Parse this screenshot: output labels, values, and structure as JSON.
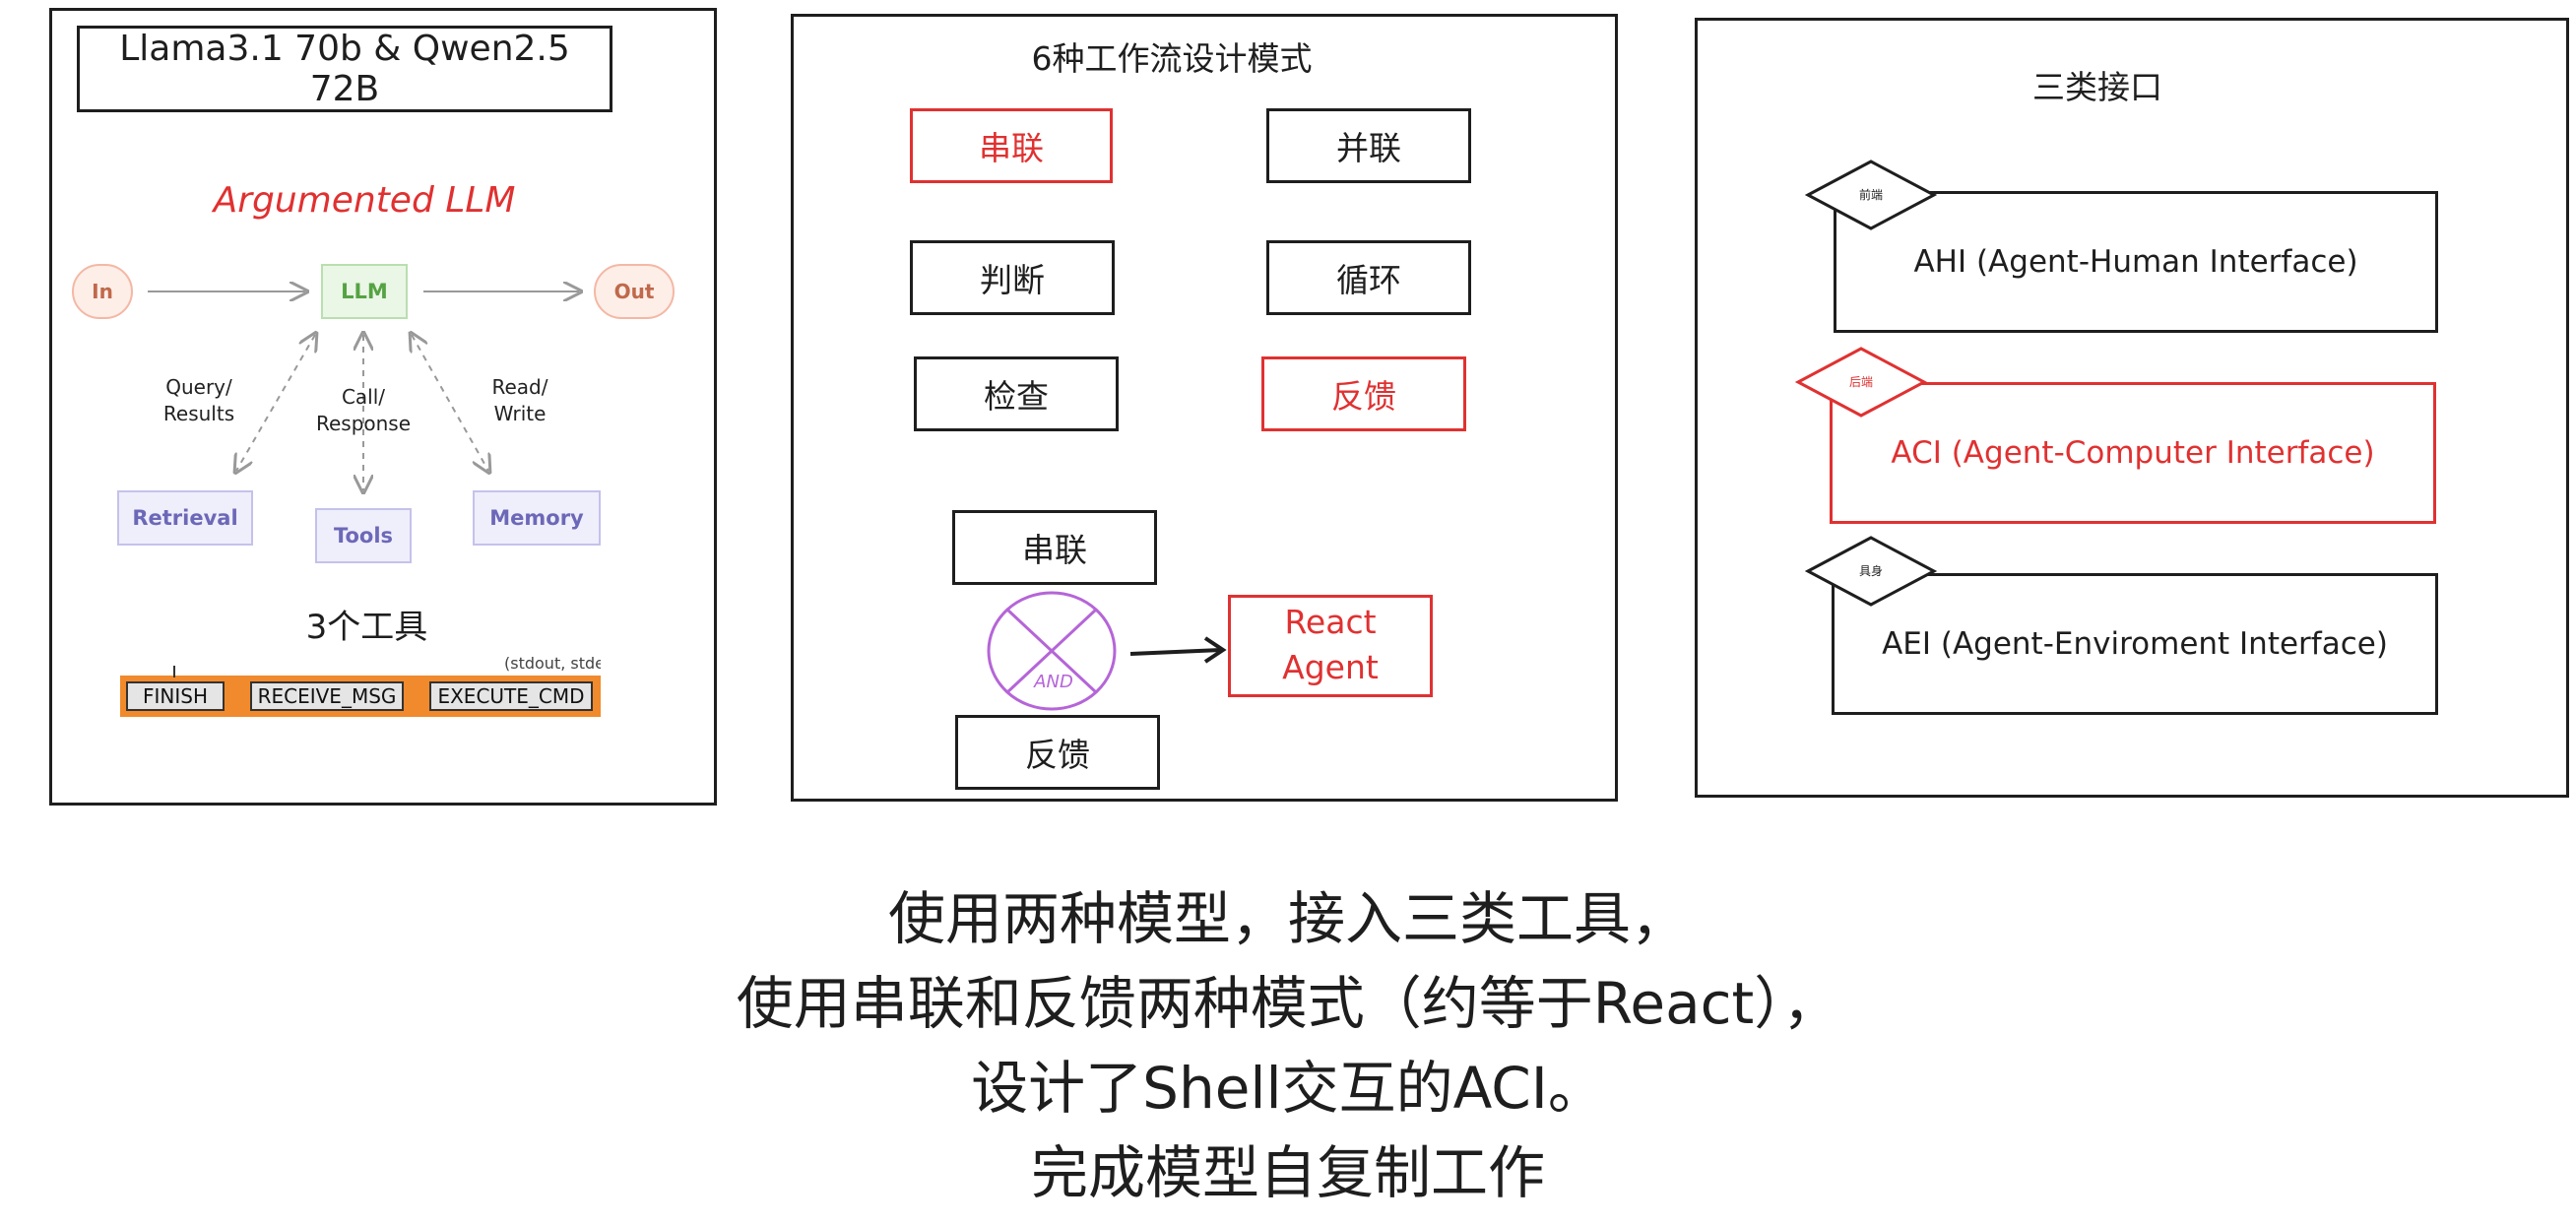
{
  "panel1": {
    "title": "Llama3.1 70b & Qwen2.5 72B",
    "heading": "Argumented LLM",
    "nodes": {
      "in": "In",
      "llm": "LLM",
      "out": "Out"
    },
    "edge_labels": {
      "query": [
        "Query/",
        "Results"
      ],
      "call": [
        "Call/",
        "Response"
      ],
      "read": [
        "Read/",
        "Write"
      ]
    },
    "tools": {
      "retrieval": "Retrieval",
      "tools": "Tools",
      "memory": "Memory"
    },
    "tools_heading": "3个工具",
    "tool_strip": {
      "top_text": "(stdout, stde",
      "items": [
        "FINISH",
        "RECEIVE_MSG",
        "EXECUTE_CMD"
      ]
    }
  },
  "panel2": {
    "title": "6种工作流设计模式",
    "patterns": [
      "串联",
      "并联",
      "判断",
      "循环",
      "检查",
      "反馈"
    ],
    "combo": {
      "top": "串联",
      "bottom": "反馈",
      "and_label": "AND",
      "result": [
        "React",
        "Agent"
      ]
    }
  },
  "panel3": {
    "title": "三类接口",
    "interfaces": [
      {
        "tag": "前端",
        "label": "AHI (Agent-Human Interface)"
      },
      {
        "tag": "后端",
        "label": "ACI (Agent-Computer Interface)"
      },
      {
        "tag": "具身",
        "label": "AEI (Agent-Enviroment Interface)"
      }
    ]
  },
  "caption": [
    "使用两种模型，接入三类工具，",
    "使用串联和反馈两种模式（约等于React），",
    "设计了Shell交互的ACI。",
    "完成模型自复制工作"
  ],
  "colors": {
    "accent_red": "#e03131",
    "ink": "#1e1e1e",
    "orange": "#f08a2c",
    "purple": "#b565d8"
  }
}
